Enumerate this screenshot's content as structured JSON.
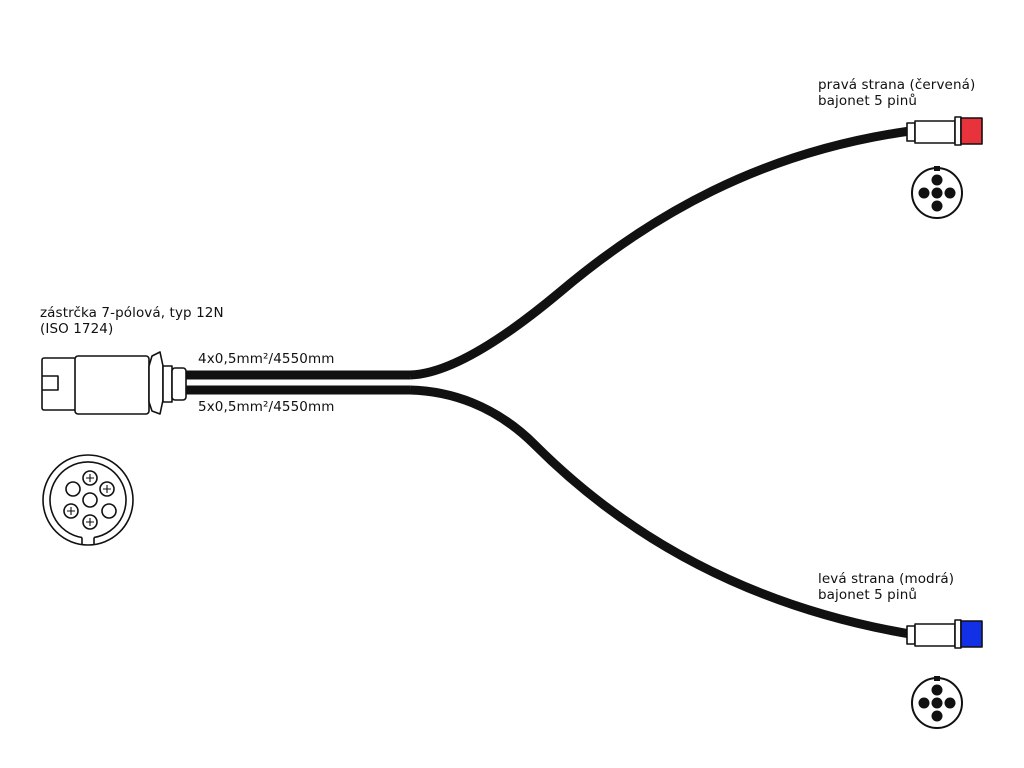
{
  "plug": {
    "label_line1": "zástrčka 7-pólová, typ 12N",
    "label_line2": "(ISO 1724)"
  },
  "cables": {
    "upper": "4x0,5mm²/4550mm",
    "lower": "5x0,5mm²/4550mm"
  },
  "right_branch": {
    "label_line1": "pravá  strana (červená)",
    "label_line2": "bajonet 5 pinů",
    "cap_color": "#e8323c"
  },
  "left_branch": {
    "label_line1": "levá  strana (modrá)",
    "label_line2": "bajonet 5 pinů",
    "cap_color": "#1230e6"
  },
  "colors": {
    "cable": "#111111",
    "outline": "#111111"
  }
}
